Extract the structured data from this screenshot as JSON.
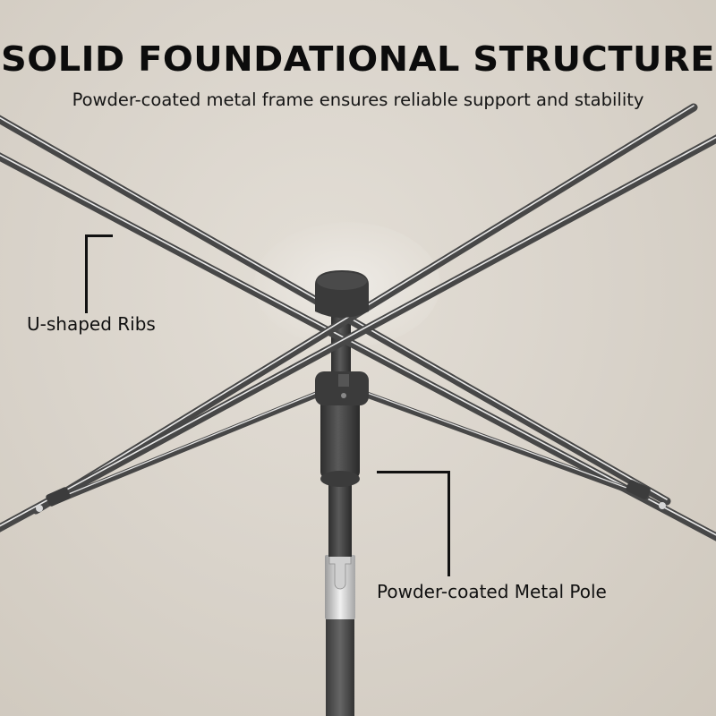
{
  "header": {
    "title": "SOLID FOUNDATIONAL STRUCTURE",
    "subtitle": "Powder-coated metal frame ensures reliable support and stability"
  },
  "callouts": [
    {
      "id": "ribs",
      "label": "U-shaped Ribs"
    },
    {
      "id": "pole",
      "label": "Powder-coated Metal Pole"
    }
  ],
  "colors": {
    "canopy": "#d9d3ca",
    "frame": "#4a4a4a",
    "text": "#0c0c0c"
  }
}
